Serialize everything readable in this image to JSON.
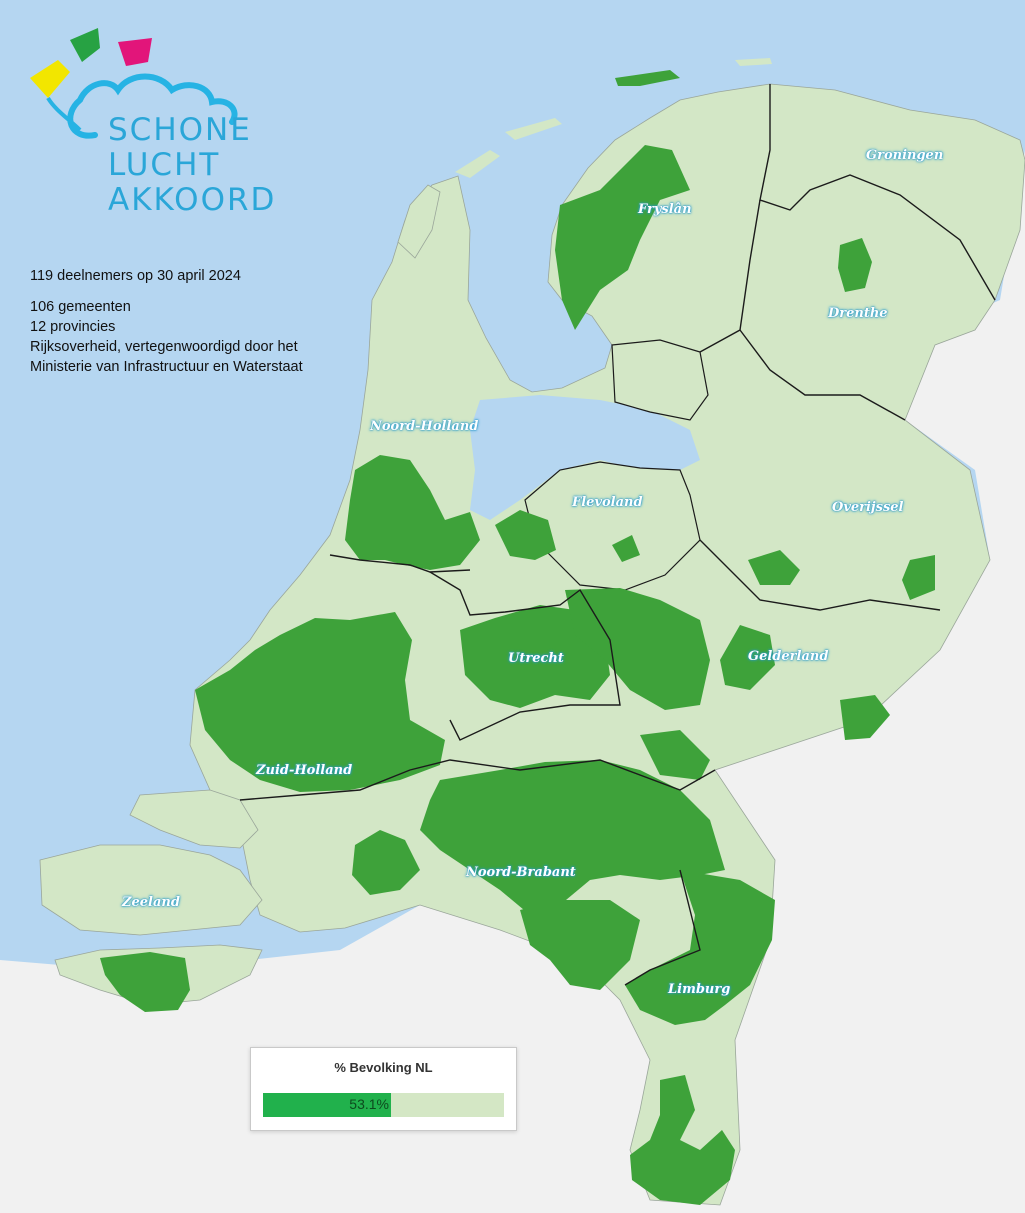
{
  "logo": {
    "lines": [
      "SCHONE",
      "LUCHT",
      "AKKOORD"
    ]
  },
  "info": {
    "headline": "119 deelnemers op 30 april 2024",
    "lines": [
      "106 gemeenten",
      "12 provincies",
      "Rijksoverheid, vertegenwoordigd door het",
      "Ministerie van Infrastructuur en Waterstaat"
    ]
  },
  "provinces": {
    "groningen": "Groningen",
    "fryslan": "Fryslân",
    "drenthe": "Drenthe",
    "noord_holland": "Noord-Holland",
    "flevoland": "Flevoland",
    "overijssel": "Overijssel",
    "utrecht": "Utrecht",
    "gelderland": "Gelderland",
    "zuid_holland": "Zuid-Holland",
    "noord_brabant": "Noord-Brabant",
    "zeeland": "Zeeland",
    "limburg": "Limburg"
  },
  "population_bar": {
    "title": "% Bevolking NL",
    "label": "53.1%",
    "fraction": 0.531
  },
  "colors": {
    "water": "#b5d6f1",
    "land_outside": "#f1f1f1",
    "participant": "#3ea23a",
    "non_participant": "#d3e7c6",
    "province_border": "#1b1b1b",
    "logo_text": "#2aa6d8",
    "logo_yellow": "#f2e600",
    "logo_green": "#27a243",
    "logo_magenta": "#e2157a",
    "logo_cyan": "#26b3e4"
  }
}
